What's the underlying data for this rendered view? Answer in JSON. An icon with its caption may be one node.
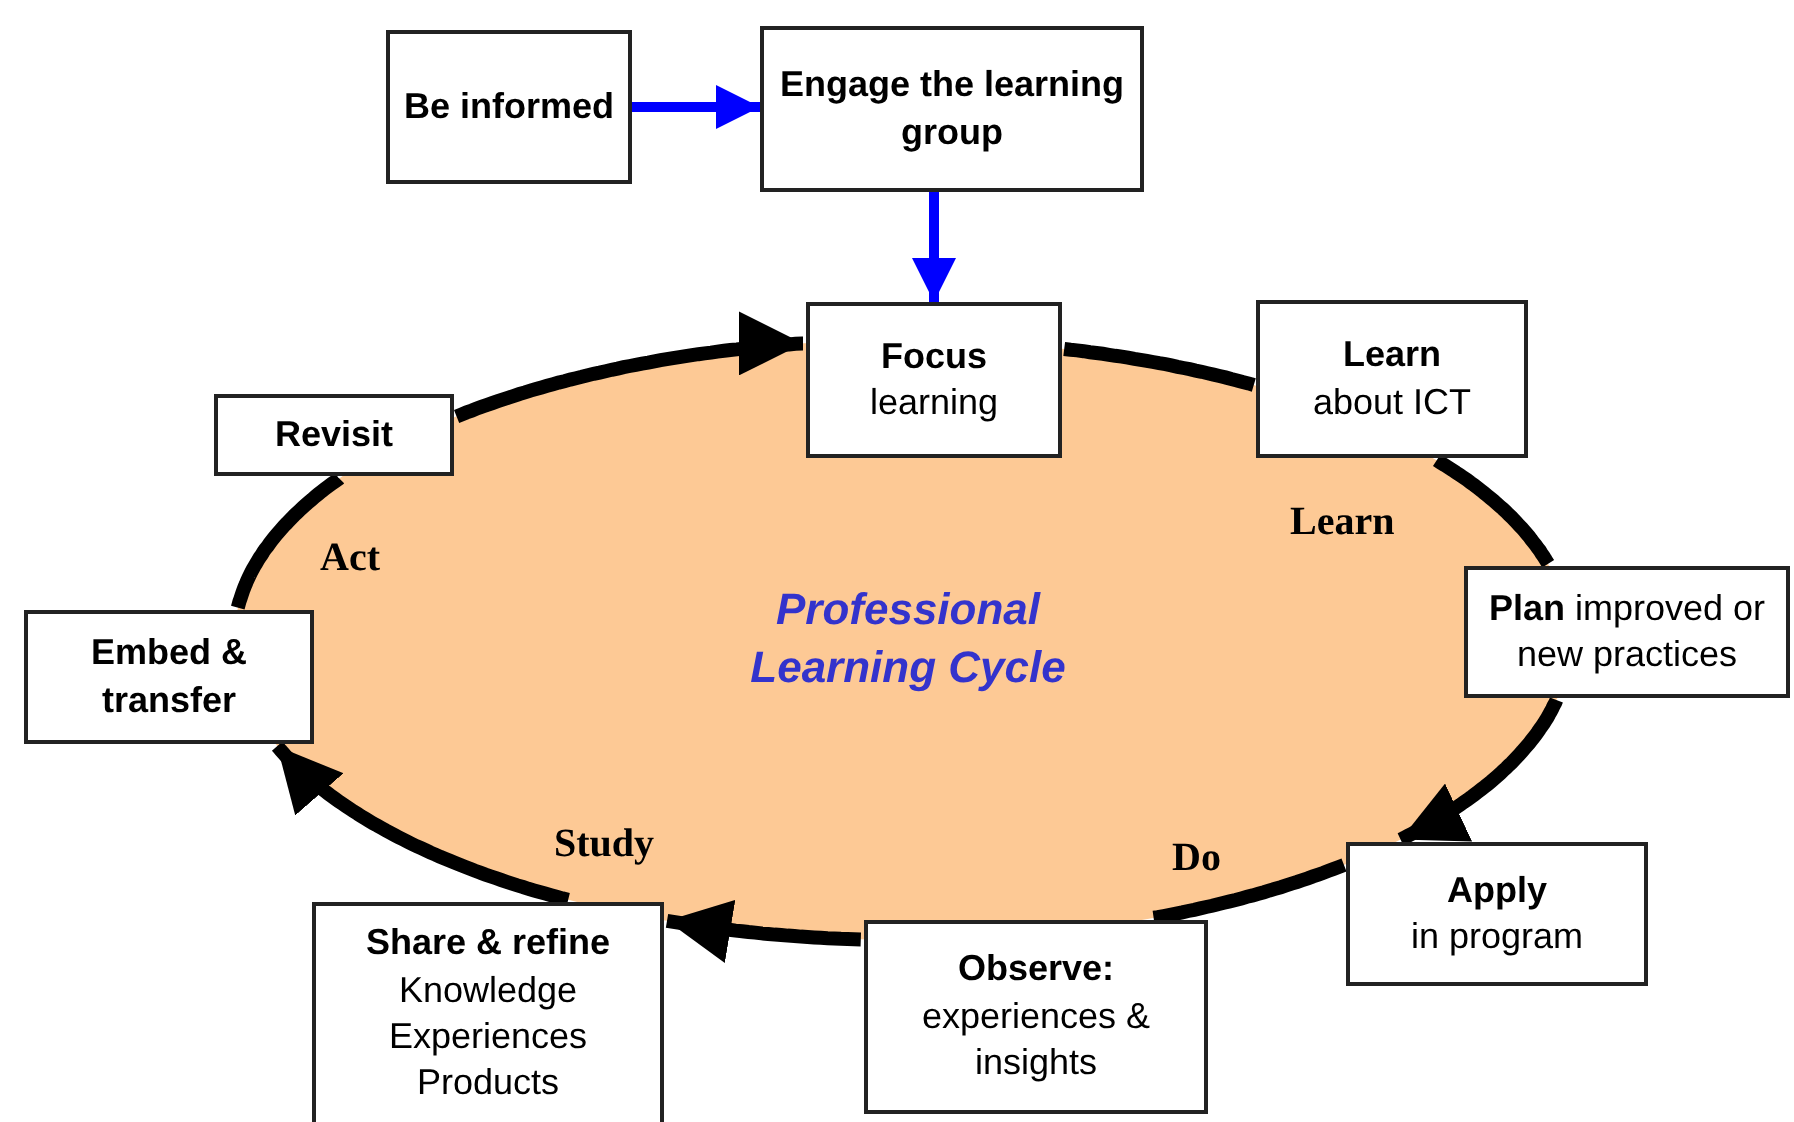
{
  "diagram": {
    "nodes": [
      {
        "text": [
          "Be informed"
        ]
      },
      {
        "text": [
          "Engage the learning group"
        ]
      },
      {
        "text": [
          "Professional Learning Cycle"
        ]
      },
      {
        "text": [
          "Focus",
          "learning"
        ]
      },
      {
        "text": [
          "Learn",
          "about ICT"
        ]
      },
      {
        "text": [
          "**Plan** improved or new practices"
        ]
      },
      {
        "text": [
          "Apply",
          "in program"
        ]
      },
      {
        "text": [
          "Observe:",
          "experiences & insights"
        ]
      },
      {
        "text": [
          "Share & refine",
          "Knowledge Experiences Products"
        ]
      },
      {
        "text": [
          "Embed & transfer"
        ]
      },
      {
        "text": [
          "Revisit"
        ]
      }
    ],
    "edges": [
      {
        "from": 0,
        "to": 1,
        "arrow": "to",
        "color": "#0000ff"
      },
      {
        "from": 1,
        "to": 3,
        "arrow": "to",
        "color": "#0000ff"
      },
      {
        "from": 10,
        "to": 3,
        "arrow": "to"
      },
      {
        "from": 3,
        "to": 4,
        "arrow": "none"
      },
      {
        "from": 4,
        "to": 5,
        "arrow": "none"
      },
      {
        "from": 5,
        "to": 6,
        "arrow": "to"
      },
      {
        "from": 6,
        "to": 7,
        "arrow": "none"
      },
      {
        "from": 7,
        "to": 8,
        "arrow": "to"
      },
      {
        "from": 8,
        "to": 9,
        "arrow": "to"
      },
      {
        "from": 9,
        "to": 10,
        "arrow": "none"
      }
    ],
    "labels": [
      "Act",
      "Learn",
      "Study",
      "Do"
    ]
  }
}
